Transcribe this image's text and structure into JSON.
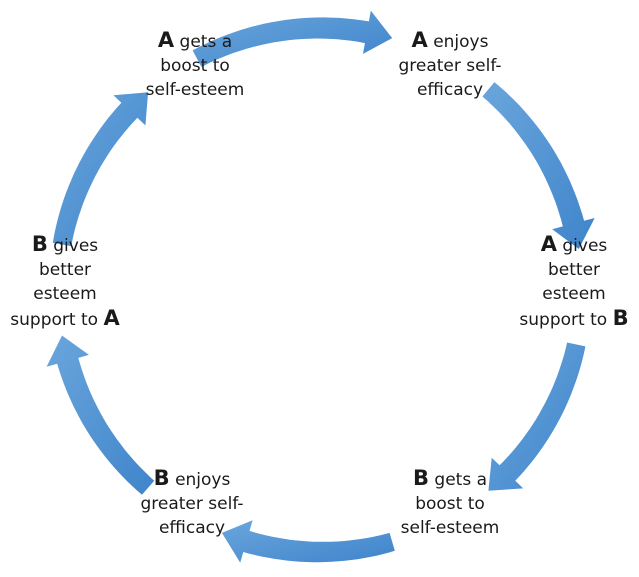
{
  "diagram": {
    "type": "cycle",
    "arrow_color": "#5b9bd5",
    "arrow_color_dark": "#3f7fc4",
    "nodes": [
      {
        "id": "a-boost",
        "subject": "A",
        "lines": [
          "gets a",
          "boost to",
          "self-esteem"
        ]
      },
      {
        "id": "a-efficacy",
        "subject": "A",
        "lines": [
          "enjoys",
          "greater self-",
          "efficacy"
        ]
      },
      {
        "id": "a-support",
        "subject": "A",
        "lines": [
          "gives",
          "better",
          "esteem",
          "support to"
        ],
        "object": "B"
      },
      {
        "id": "b-boost",
        "subject": "B",
        "lines": [
          "gets a",
          "boost to",
          "self-esteem"
        ]
      },
      {
        "id": "b-efficacy",
        "subject": "B",
        "lines": [
          "enjoys",
          "greater self-",
          "efficacy"
        ]
      },
      {
        "id": "b-support",
        "subject": "B",
        "lines": [
          "gives",
          "better",
          "esteem",
          "support to"
        ],
        "object": "A"
      }
    ],
    "edges": [
      {
        "from": "a-boost",
        "to": "a-efficacy"
      },
      {
        "from": "a-efficacy",
        "to": "a-support"
      },
      {
        "from": "a-support",
        "to": "b-boost"
      },
      {
        "from": "b-boost",
        "to": "b-efficacy"
      },
      {
        "from": "b-efficacy",
        "to": "b-support"
      },
      {
        "from": "b-support",
        "to": "a-boost"
      }
    ]
  }
}
